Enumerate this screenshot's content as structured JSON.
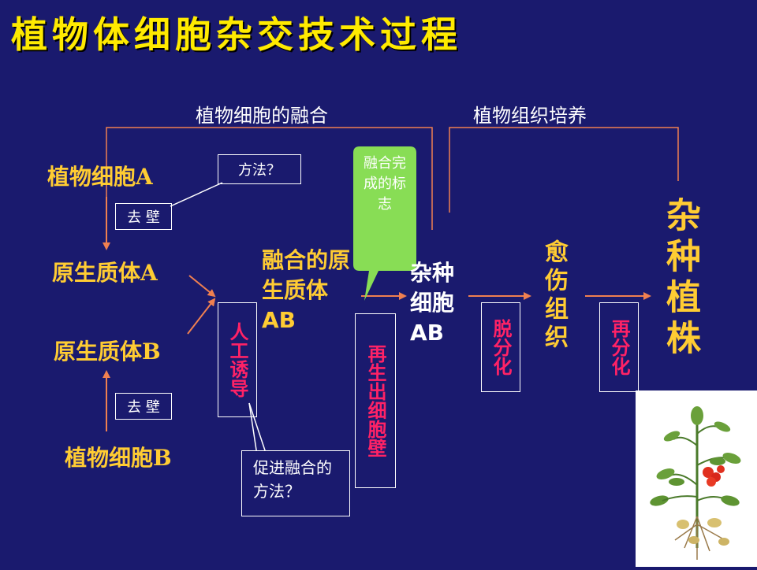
{
  "title": "植物体细胞杂交技术过程",
  "headers": {
    "fusion": "植物细胞的融合",
    "culture": "植物组织培养"
  },
  "left": {
    "cell_a": "植物细胞A",
    "method_q": "方法？",
    "remove_wall_a": "去 壁",
    "proto_a": "原生质体A",
    "proto_b": "原生质体B",
    "remove_wall_b": "去 壁",
    "cell_b": "植物细胞B"
  },
  "middle": {
    "induce": "人工诱导",
    "induce_note": "促进融合的方法？",
    "fused": "融合的原生质体AB",
    "bubble": "融合完成的标志",
    "regen_wall": "再生出细胞壁"
  },
  "right": {
    "hybrid_cell": "杂种细胞AB",
    "dediff": "脱分化",
    "callus": "愈伤组织",
    "rediff": "再分化",
    "plant": "杂种植株"
  },
  "colors": {
    "background": "#1a1a6e",
    "yellow": "#ffcc33",
    "red": "#ff2266",
    "arrow": "#f08050",
    "bubble": "#88dd55"
  }
}
